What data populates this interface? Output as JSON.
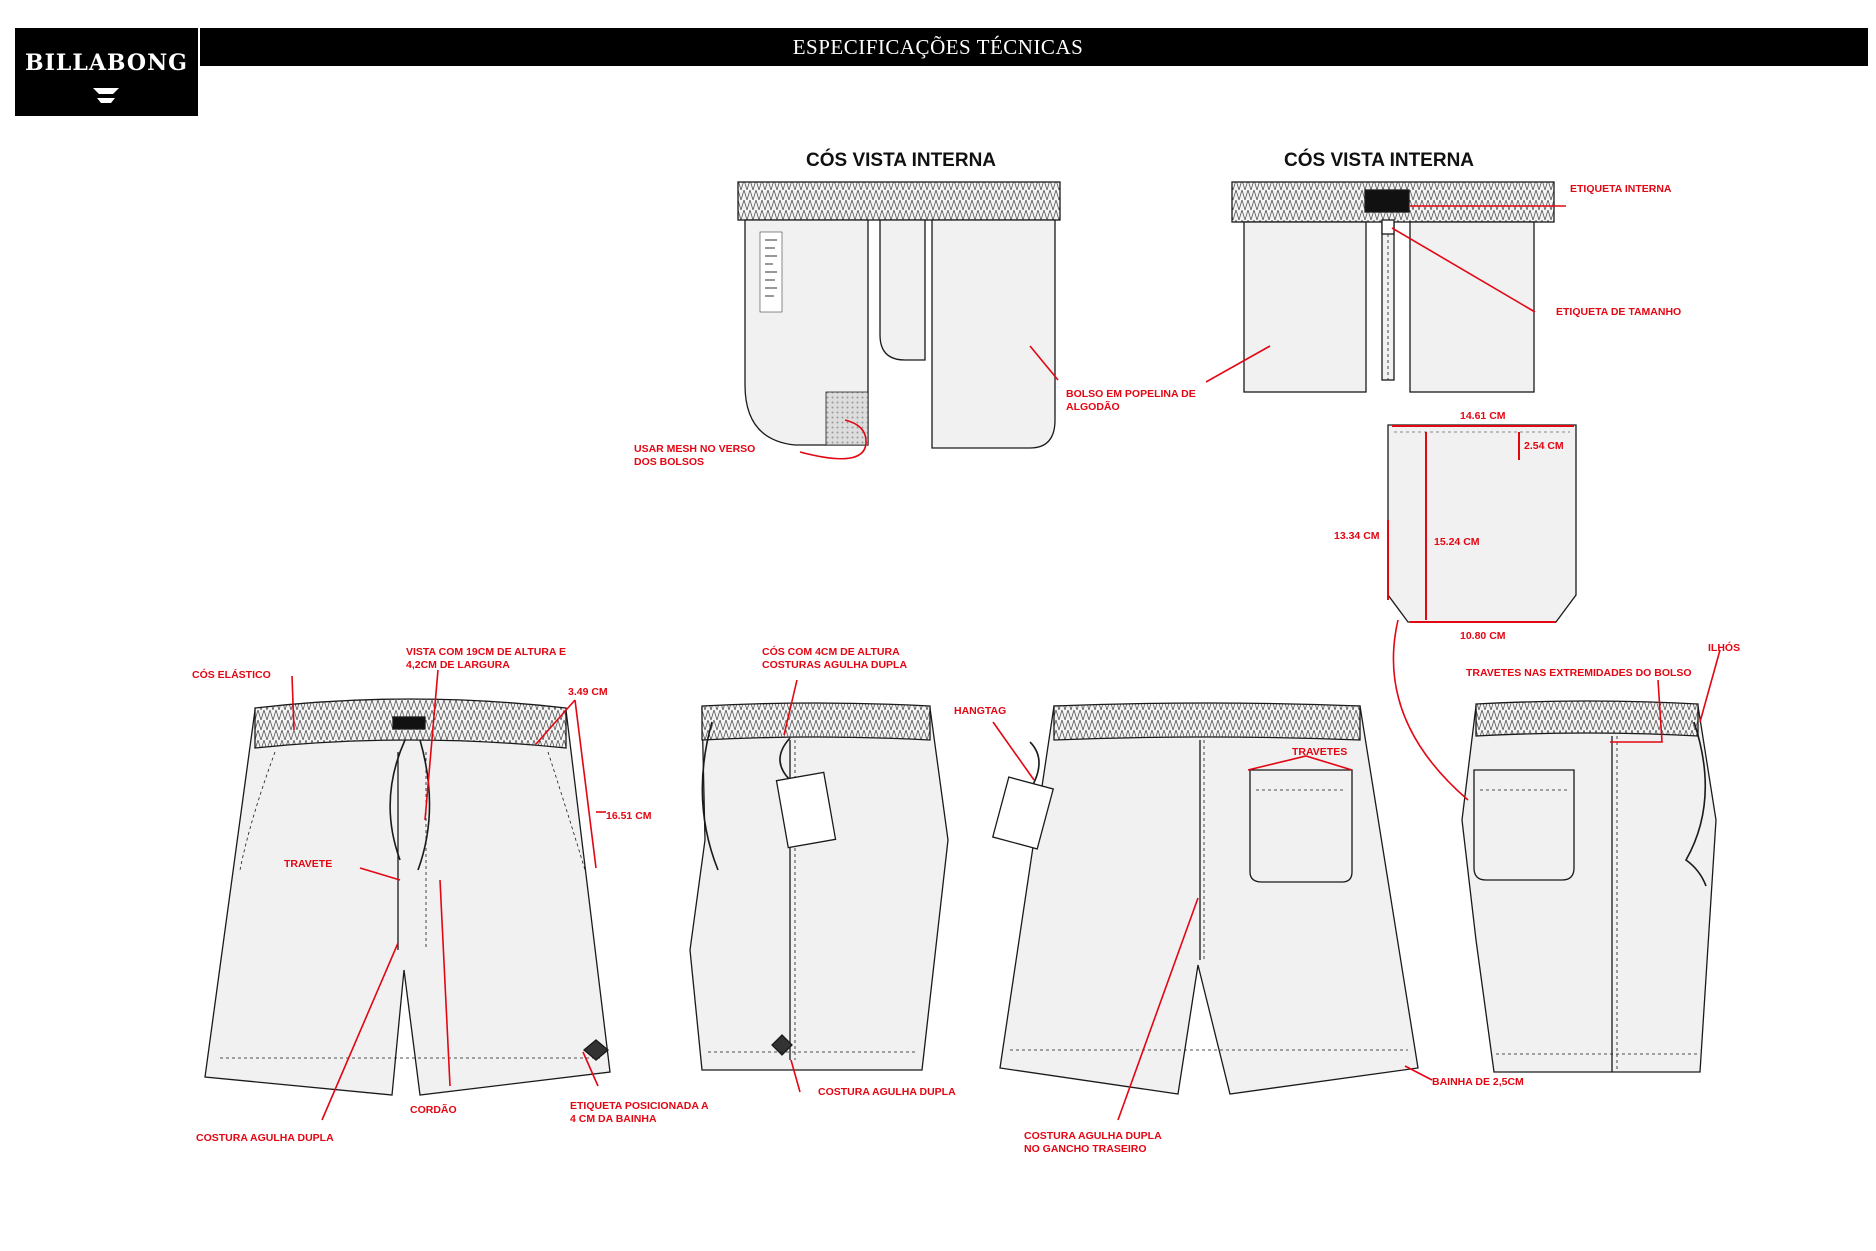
{
  "header": {
    "title": "ESPECIFICAÇÕES TÉCNICAS",
    "logo_text": "BILLABONG"
  },
  "headings": {
    "waistband_inner_left": "CÓS VISTA INTERNA",
    "waistband_inner_right": "CÓS VISTA INTERNA"
  },
  "annotations": {
    "mesh_pockets": [
      "USAR MESH NO VERSO",
      "DOS BOLSOS"
    ],
    "pocket_poplin": [
      "BOLSO EM POPELINA DE",
      "ALGODÃO"
    ],
    "inner_label": "ETIQUETA INTERNA",
    "size_label": "ETIQUETA DE TAMANHO",
    "pocket_width_top": "14.61 CM",
    "pocket_flap": "2.54 CM",
    "pocket_side": "13.34 CM",
    "pocket_height": "15.24 CM",
    "pocket_width_bottom": "10.80 CM",
    "elastic_waist": "CÓS ELÁSTICO",
    "fly": [
      "VISTA COM 19CM DE ALTURA E",
      "4,2CM DE LARGURA"
    ],
    "measure_349": "3.49 CM",
    "measure_1651": "16.51 CM",
    "bartack": "TRAVETE",
    "drawcord": "CORDÃO",
    "double_needle_front": "COSTURA AGULHA DUPLA",
    "label_position": [
      "ETIQUETA POSICIONADA A",
      "4 CM DA BAINHA"
    ],
    "waistband_height": [
      "CÓS COM 4CM DE ALTURA",
      "COSTURAS AGULHA DUPLA"
    ],
    "double_needle_side": "COSTURA AGULHA DUPLA",
    "hangtag": "HANGTAG",
    "bartacks": "TRAVETES",
    "double_needle_back": [
      "COSTURA AGULHA DUPLA",
      "NO GANCHO TRASEIRO"
    ],
    "hem": "BAINHA DE 2,5CM",
    "pocket_bartacks": "TRAVETES NAS EXTREMIDADES DO BOLSO",
    "eyelets": "ILHÓS"
  },
  "colors": {
    "header_bg": "#000000",
    "annotation": "#e30613",
    "garment_fill": "#f1f1f1",
    "outline": "#1a1a1a"
  }
}
